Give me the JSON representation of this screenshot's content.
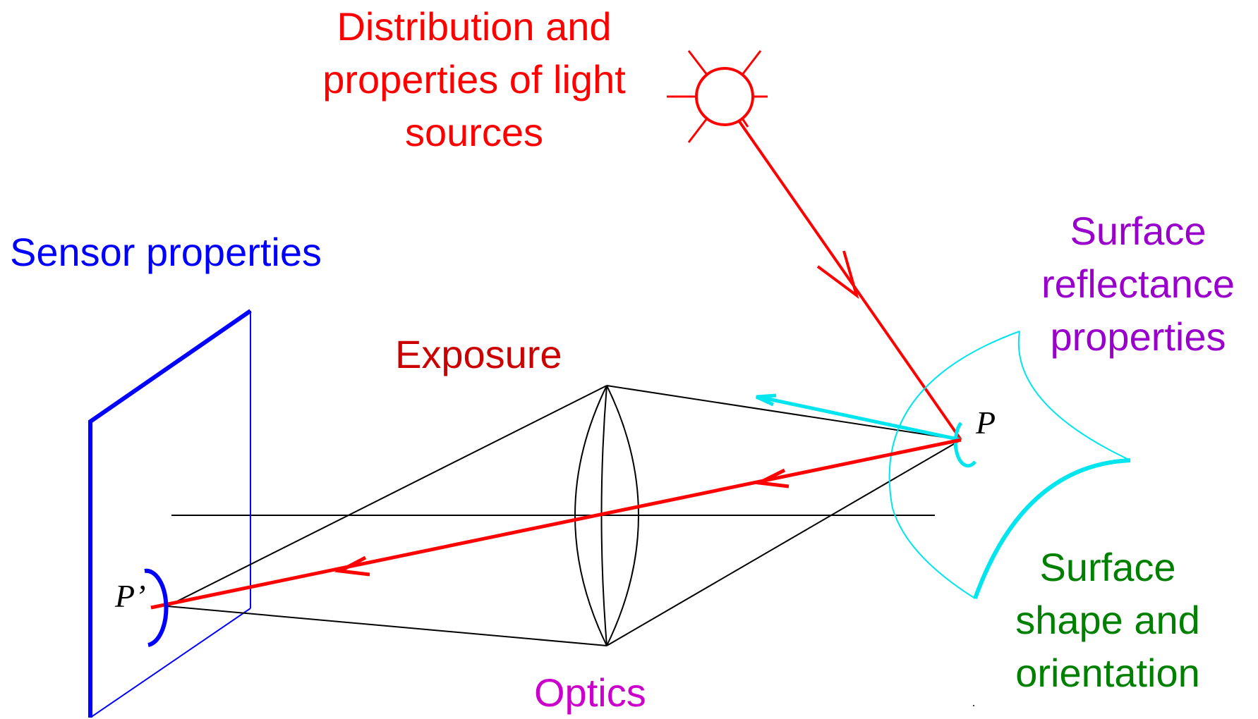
{
  "labels": {
    "light_sources": [
      "Distribution and",
      "properties of light",
      "sources"
    ],
    "sensor": "Sensor properties",
    "reflectance": [
      "Surface",
      "reflectance",
      "properties"
    ],
    "exposure": "Exposure",
    "shape": [
      "Surface",
      "shape and",
      "orientation"
    ],
    "optics": "Optics"
  },
  "points": {
    "scene_point": "P",
    "image_point": "P’"
  },
  "colors": {
    "light": "#ff0000",
    "sensor": "#0000ff",
    "reflectance": "#9900cc",
    "exposure": "#cc0000",
    "shape": "#008000",
    "optics": "#cc00cc",
    "surface": "#00e5ee",
    "lines": "#000000"
  }
}
